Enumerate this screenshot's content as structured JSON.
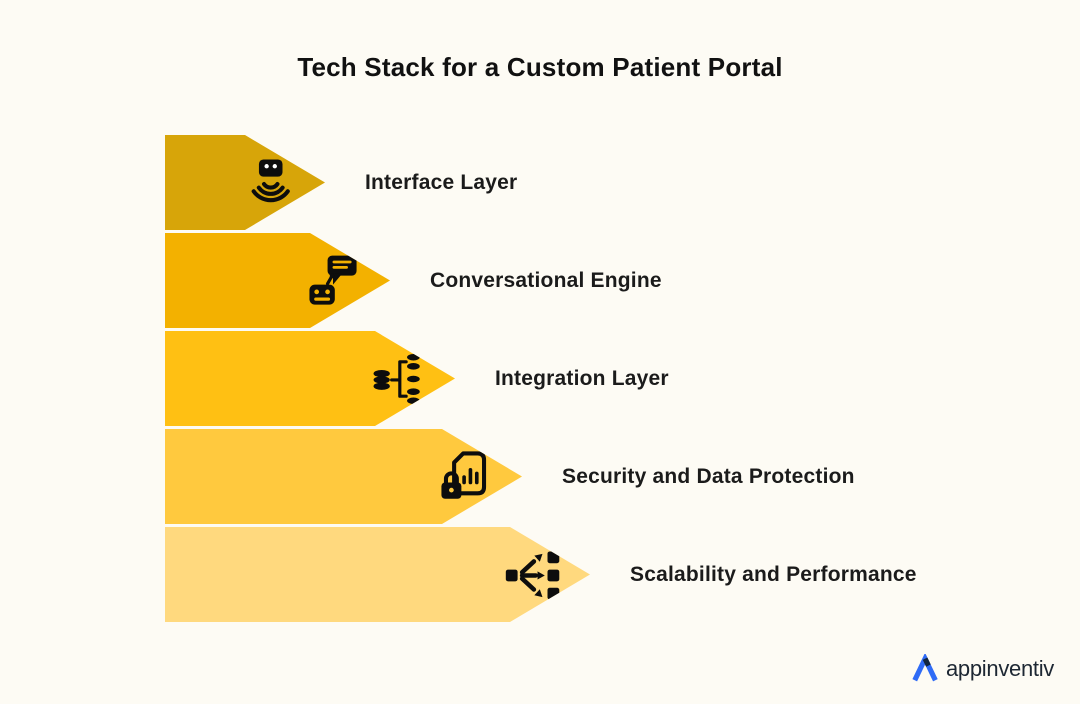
{
  "title": "Tech Stack for a Custom Patient Portal",
  "layers": [
    {
      "label": "Interface Layer",
      "icon": "voice-assistant-icon",
      "color": "#D7A509"
    },
    {
      "label": "Conversational Engine",
      "icon": "chatbot-icon",
      "color": "#F3B100"
    },
    {
      "label": "Integration Layer",
      "icon": "data-integration-icon",
      "color": "#FFC013"
    },
    {
      "label": "Security and Data Protection",
      "icon": "secure-document-icon",
      "color": "#FFC93E"
    },
    {
      "label": "Scalability and Performance",
      "icon": "scaling-icon",
      "color": "#FFD97E"
    }
  ],
  "logo": {
    "text": "appinventiv",
    "accent_color": "#2F6BF6",
    "text_color": "#1D2733"
  },
  "colors": {
    "background": "#FDFBF4",
    "title_text": "#111111",
    "label_text": "#1B1B1B",
    "icon_ink": "#0D0D0D"
  }
}
